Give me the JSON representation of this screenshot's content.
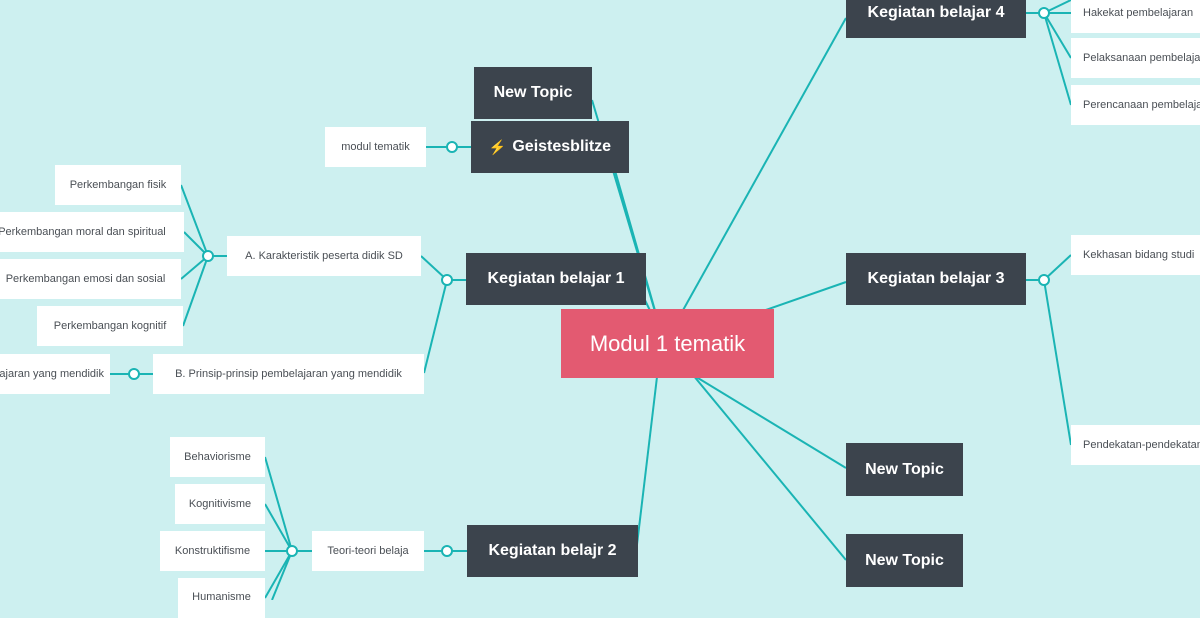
{
  "center": "Modul 1 tematik",
  "main_topics": {
    "new_topic_top": "New Topic",
    "geistesblitze": "Geistesblitze",
    "kb1": "Kegiatan belajar 1",
    "kb2": "Kegiatan belajr 2",
    "kb3": "Kegiatan belajar 3",
    "kb4": "Kegiatan belajar 4",
    "new_topic_right_1": "New Topic",
    "new_topic_right_2": "New Topic"
  },
  "subtopics": {
    "modul_tematik": "modul tematik",
    "karakteristik": "A. Karakteristik peserta didik SD",
    "perkembangan_fisik": "Perkembangan fisik",
    "perkembangan_moral": "Perkembangan moral dan spiritual",
    "perkembangan_emosi": "Perkembangan emosi dan sosial",
    "perkembangan_kognitif": "Perkembangan kognitif",
    "prinsip": "B. Prinsip-prinsip pembelajaran yang mendidik",
    "prinsip_child": "Pembelajaran yang mendidik",
    "teori": "Teori-teori belaja",
    "behaviorisme": "Behaviorisme",
    "kognitivisme": "Kognitivisme",
    "konstruktifisme": "Konstruktifisme",
    "humanisme": "Humanisme",
    "hakekat": "Hakekat pembelajaran",
    "pelaksanaan": "Pelaksanaan pembelajaran",
    "perencanaan": "Perencanaan pembelajaran",
    "kekhasan": "Kekhasan bidang studi",
    "pendekatan": "Pendekatan-pendekatan"
  },
  "icons": {
    "geistesblitze": "lightning-bolt-icon"
  },
  "colors": {
    "background": "#cdf0f0",
    "line": "#1ab4b4",
    "center": "#e35a71",
    "topic": "#3c444d"
  }
}
